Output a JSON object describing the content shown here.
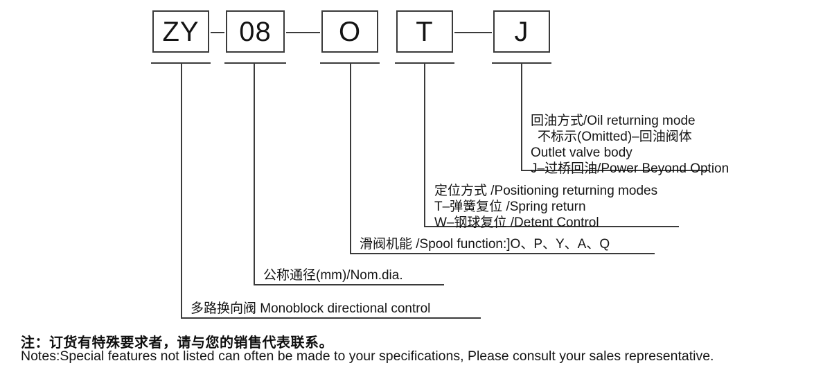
{
  "diagram": {
    "title": "ZY-08-OT-J model code breakdown",
    "line_color": "#3a3a3a",
    "text_color": "#141414",
    "boxes": [
      {
        "id": "series",
        "label": "ZY"
      },
      {
        "id": "nominal",
        "label": "08"
      },
      {
        "id": "spool",
        "label": "O"
      },
      {
        "id": "positioning",
        "label": "T"
      },
      {
        "id": "oil-return",
        "label": "J"
      }
    ],
    "annotations": [
      {
        "id": "oil-returning-mode",
        "lines": [
          "回油方式/Oil returning mode",
          "不标示(Omitted)–回油阀体",
          "Outlet valve body",
          "J–过桥回油/Power Beyond Option"
        ]
      },
      {
        "id": "positioning-modes",
        "lines": [
          "定位方式 /Positioning returning modes",
          "T–弹簧复位 /Spring return",
          "W–钢球复位 /Detent Control"
        ]
      },
      {
        "id": "spool-function",
        "lines": [
          "滑阀机能 /Spool function:]O、P、Y、A、Q"
        ]
      },
      {
        "id": "nominal-diameter",
        "lines": [
          "公称通径(mm)/Nom.dia."
        ]
      },
      {
        "id": "monoblock-directional-control",
        "lines": [
          "多路换向阀 Monoblock directional control"
        ]
      }
    ]
  },
  "notes": {
    "chinese": "注：订货有特殊要求者，请与您的销售代表联系。",
    "english": "Notes:Special features not listed can often be made to your specifications, Please consult your sales representative."
  }
}
